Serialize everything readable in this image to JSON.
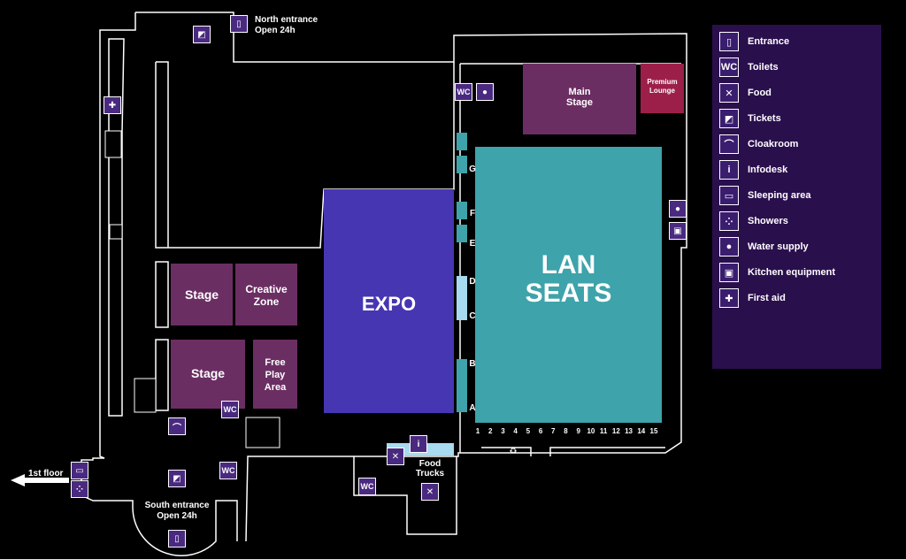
{
  "areas": {
    "main_stage": "Main\nStage",
    "premium_lounge": "Premium\nLounge",
    "lan_seats": "LAN\nSEATS",
    "expo": "EXPO",
    "stage_1": "Stage",
    "stage_2": "Stage",
    "creative_zone": "Creative\nZone",
    "free_play": "Free\nPlay\nArea",
    "food_trucks": "Food\nTrucks"
  },
  "entrances": {
    "north": "North entrance\nOpen 24h",
    "south": "South entrance\nOpen 24h",
    "first_floor": "1st floor"
  },
  "row_letters": [
    "G",
    "F",
    "E",
    "D",
    "C",
    "B",
    "A"
  ],
  "seat_columns": [
    "1",
    "2",
    "3",
    "4",
    "5",
    "6",
    "7",
    "8",
    "9",
    "10",
    "11",
    "12",
    "13",
    "14",
    "15"
  ],
  "legend": [
    {
      "icon": "entrance-icon",
      "glyph": "▯",
      "label": "Entrance"
    },
    {
      "icon": "toilets-icon",
      "glyph": "WC",
      "label": "Toilets"
    },
    {
      "icon": "food-icon",
      "glyph": "✕",
      "label": "Food"
    },
    {
      "icon": "tickets-icon",
      "glyph": "◩",
      "label": "Tickets"
    },
    {
      "icon": "cloakroom-icon",
      "glyph": "⌒",
      "label": "Cloakroom"
    },
    {
      "icon": "infodesk-icon",
      "glyph": "i",
      "label": "Infodesk"
    },
    {
      "icon": "sleeping-area-icon",
      "glyph": "▭",
      "label": "Sleeping area"
    },
    {
      "icon": "showers-icon",
      "glyph": "⁘",
      "label": "Showers"
    },
    {
      "icon": "water-supply-icon",
      "glyph": "●",
      "label": "Water supply"
    },
    {
      "icon": "kitchen-equipment-icon",
      "glyph": "▣",
      "label": "Kitchen equipment"
    },
    {
      "icon": "first-aid-icon",
      "glyph": "✚",
      "label": "First aid"
    }
  ],
  "wc_label": "WC",
  "colors": {
    "stage_purple": "#6b2e63",
    "premium_red": "#9c1f4a",
    "lan_teal": "#3ea3aa",
    "expo_blue": "#4636b2",
    "legend_bg": "#2a0f4d",
    "light_blue": "#a8daf0"
  }
}
